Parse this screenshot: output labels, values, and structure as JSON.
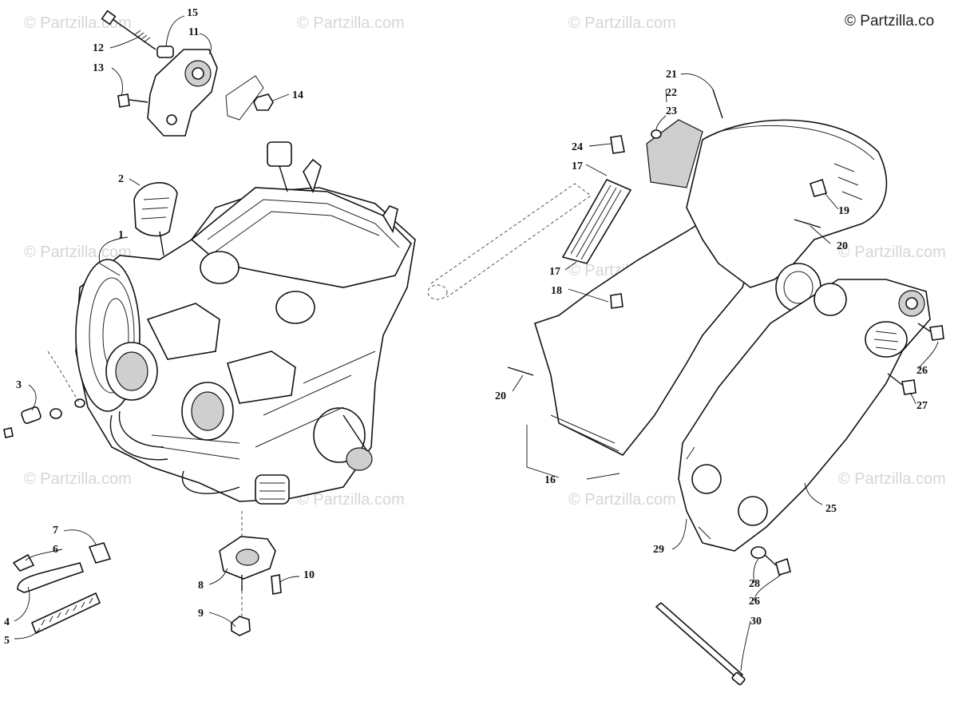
{
  "copyright": "© Partzilla.co",
  "watermark": "© Partzilla.com",
  "callouts": [
    "1",
    "2",
    "3",
    "4",
    "5",
    "6",
    "7",
    "8",
    "9",
    "10",
    "11",
    "12",
    "13",
    "14",
    "15",
    "16",
    "17",
    "17",
    "18",
    "19",
    "20",
    "20",
    "21",
    "22",
    "23",
    "24",
    "25",
    "26",
    "26",
    "27",
    "28",
    "29",
    "30"
  ],
  "colors": {
    "line": "#111111",
    "watermark": "#d6d6d6",
    "background": "#ffffff"
  }
}
